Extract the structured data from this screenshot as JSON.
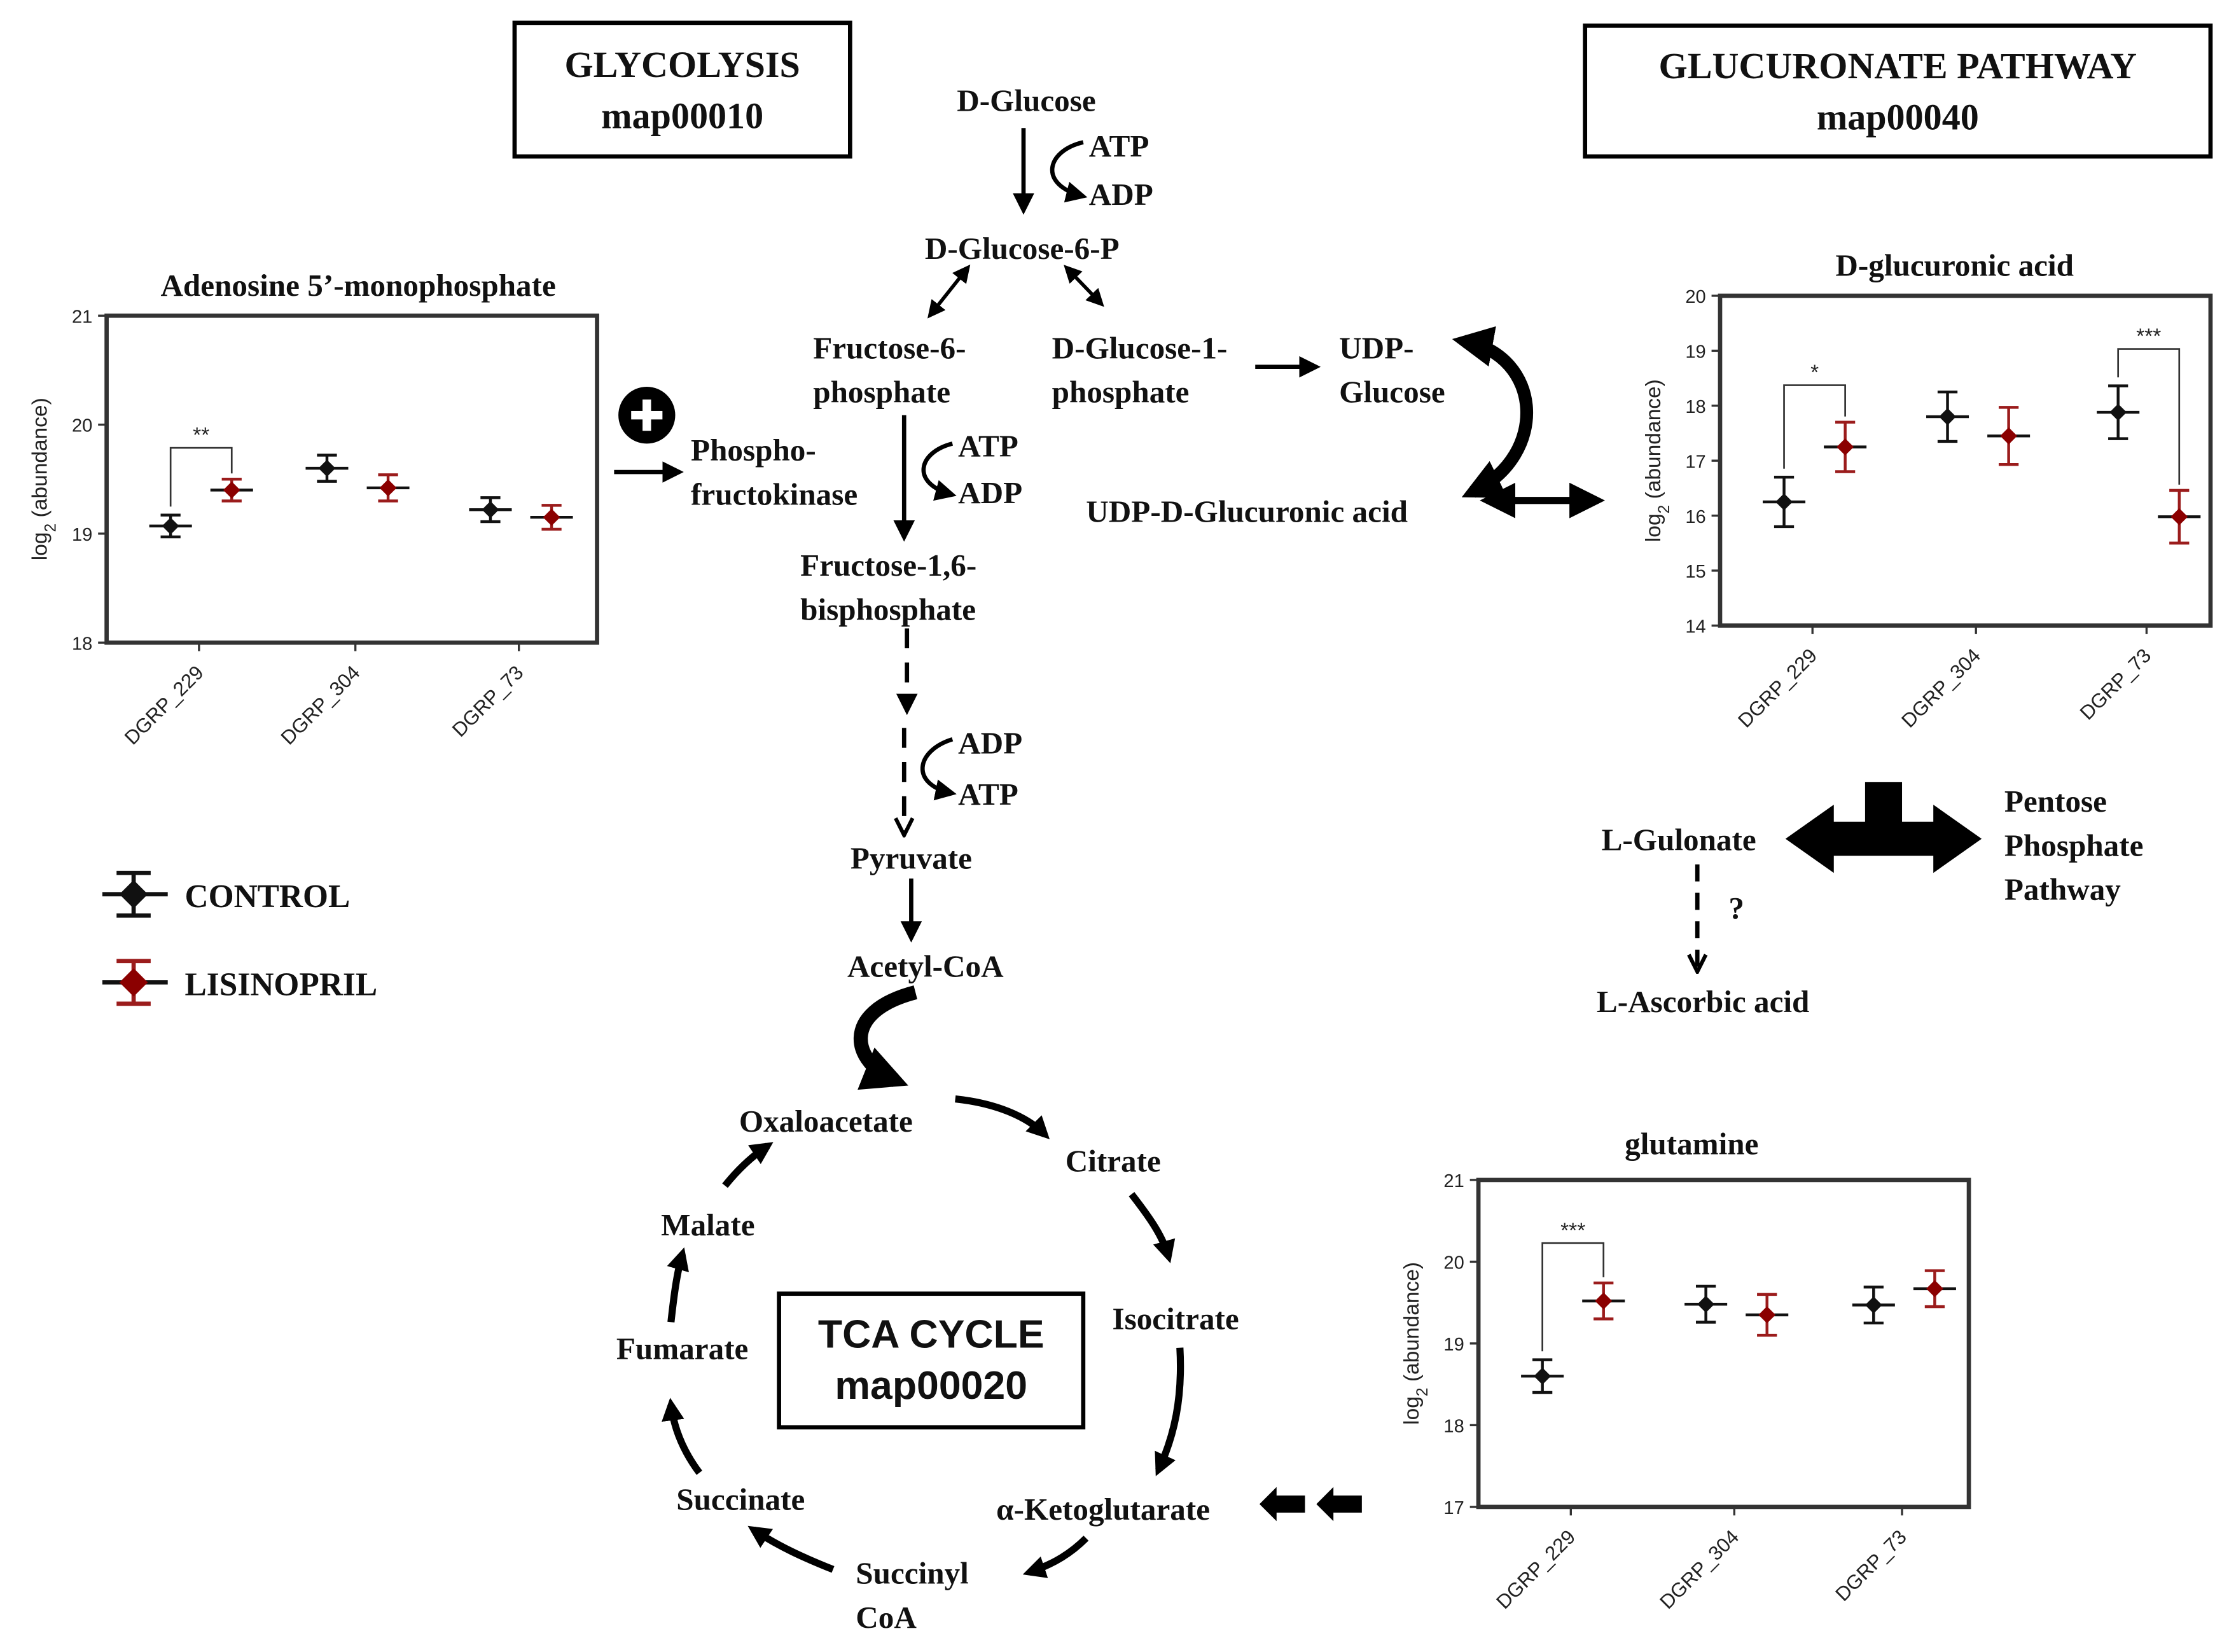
{
  "boxes": {
    "glycolysis": [
      "GLYCOLYSIS",
      "map00010"
    ],
    "glucuronate": [
      "GLUCURONATE PATHWAY",
      "map00040"
    ],
    "tca": [
      "TCA CYCLE",
      "map00020"
    ]
  },
  "metabolites": {
    "d_glucose": "D-Glucose",
    "atp_1": "ATP",
    "adp_1": "ADP",
    "g6p": "D-Glucose-6-P",
    "f6p": [
      "Fructose-6-",
      "phosphate"
    ],
    "g1p": [
      "D-Glucose-1-",
      "phosphate"
    ],
    "udp_glucose": [
      "UDP-",
      "Glucose"
    ],
    "pfk": [
      "Phospho-",
      "fructokinase"
    ],
    "atp_2": "ATP",
    "adp_2": "ADP",
    "udp_glucuronic": "UDP-D-Glucuronic acid",
    "fbp": [
      "Fructose-1,6-",
      "bisphosphate"
    ],
    "adp_3": "ADP",
    "atp_3": "ATP",
    "pyruvate": "Pyruvate",
    "acetyl_coa": "Acetyl-CoA",
    "oxaloacetate": "Oxaloacetate",
    "citrate": "Citrate",
    "malate": "Malate",
    "isocitrate": "Isocitrate",
    "fumarate": "Fumarate",
    "succinate": "Succinate",
    "akg": "α-Ketoglutarate",
    "succinyl_coa": [
      "Succinyl",
      "CoA"
    ],
    "l_gulonate": "L-Gulonate",
    "question": "?",
    "l_ascorbic": "L-Ascorbic acid",
    "ppp": [
      "Pentose",
      "Phosphate",
      "Pathway"
    ],
    "plus_sign": "+"
  },
  "legend": [
    {
      "label": "CONTROL",
      "color": "#111111"
    },
    {
      "label": "LISINOPRIL",
      "color": "#9b1c1c"
    }
  ],
  "chart_data": [
    {
      "type": "scatter",
      "title": "Adenosine 5’-monophosphate",
      "ylabel": "log2 (abundance)",
      "categories": [
        "DGRP_229",
        "DGRP_304",
        "DGRP_73"
      ],
      "ylim": [
        18,
        21
      ],
      "yticks": [
        "18",
        "19",
        "20",
        "21"
      ],
      "series": [
        {
          "name": "CONTROL",
          "values": [
            19.07,
            19.6,
            19.22
          ],
          "err": [
            0.1,
            0.12,
            0.11
          ]
        },
        {
          "name": "LISINOPRIL",
          "values": [
            19.4,
            19.42,
            19.15
          ],
          "err": [
            0.1,
            0.12,
            0.11
          ]
        }
      ],
      "significance": [
        {
          "category": "DGRP_229",
          "label": "**"
        }
      ]
    },
    {
      "type": "scatter",
      "title": "D-glucuronic acid",
      "ylabel": "log2 (abundance)",
      "categories": [
        "DGRP_229",
        "DGRP_304",
        "DGRP_73"
      ],
      "ylim": [
        14,
        20
      ],
      "yticks": [
        "14",
        "15",
        "16",
        "17",
        "18",
        "19",
        "20"
      ],
      "series": [
        {
          "name": "CONTROL",
          "values": [
            16.25,
            17.8,
            17.88
          ],
          "err": [
            0.45,
            0.45,
            0.48
          ]
        },
        {
          "name": "LISINOPRIL",
          "values": [
            17.25,
            17.45,
            15.98
          ],
          "err": [
            0.45,
            0.52,
            0.48
          ]
        }
      ],
      "significance": [
        {
          "category": "DGRP_229",
          "label": "*"
        },
        {
          "category": "DGRP_73",
          "label": "***"
        }
      ]
    },
    {
      "type": "scatter",
      "title": "glutamine",
      "ylabel": "log2 (abundance)",
      "categories": [
        "DGRP_229",
        "DGRP_304",
        "DGRP_73"
      ],
      "ylim": [
        17,
        21
      ],
      "yticks": [
        "17",
        "18",
        "19",
        "20",
        "21"
      ],
      "series": [
        {
          "name": "CONTROL",
          "values": [
            18.6,
            19.48,
            19.47
          ],
          "err": [
            0.2,
            0.22,
            0.22
          ]
        },
        {
          "name": "LISINOPRIL",
          "values": [
            19.52,
            19.35,
            19.67
          ],
          "err": [
            0.22,
            0.25,
            0.22
          ]
        }
      ],
      "significance": [
        {
          "category": "DGRP_229",
          "label": "***"
        }
      ]
    }
  ]
}
